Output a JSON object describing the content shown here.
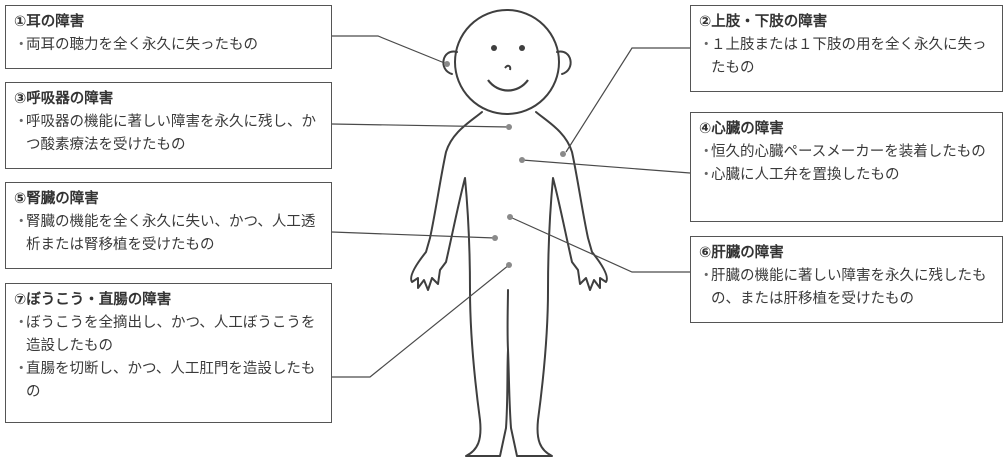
{
  "boxes": [
    {
      "id": "ear",
      "title": "①耳の障害",
      "items": [
        "両耳の聴力を全く永久に失ったもの"
      ]
    },
    {
      "id": "limb",
      "title": "②上肢・下肢の障害",
      "items": [
        "１上肢または１下肢の用を全く永久に失ったもの"
      ]
    },
    {
      "id": "resp",
      "title": "③呼吸器の障害",
      "items": [
        "呼吸器の機能に著しい障害を永久に残し、かつ酸素療法を受けたもの"
      ]
    },
    {
      "id": "heart",
      "title": "④心臓の障害",
      "items": [
        "恒久的心臓ペースメーカーを装着したもの",
        "心臓に人工弁を置換したもの"
      ]
    },
    {
      "id": "kidney",
      "title": "⑤腎臓の障害",
      "items": [
        "腎臓の機能を全く永久に失い、かつ、人工透析または腎移植を受けたもの"
      ]
    },
    {
      "id": "liver",
      "title": "⑥肝臓の障害",
      "items": [
        "肝臓の機能に著しい障害を永久に残したもの、または肝移植を受けたもの"
      ]
    },
    {
      "id": "bowel",
      "title": "⑦ぼうこう・直腸の障害",
      "items": [
        "ぼうこうを全摘出し、かつ、人工ぼうこうを造設したもの",
        "直腸を切断し、かつ、人工肛門を造設したもの"
      ]
    }
  ],
  "colors": {
    "line": "#4a4a4a",
    "dot": "#8a8a8a",
    "border": "#555555"
  }
}
